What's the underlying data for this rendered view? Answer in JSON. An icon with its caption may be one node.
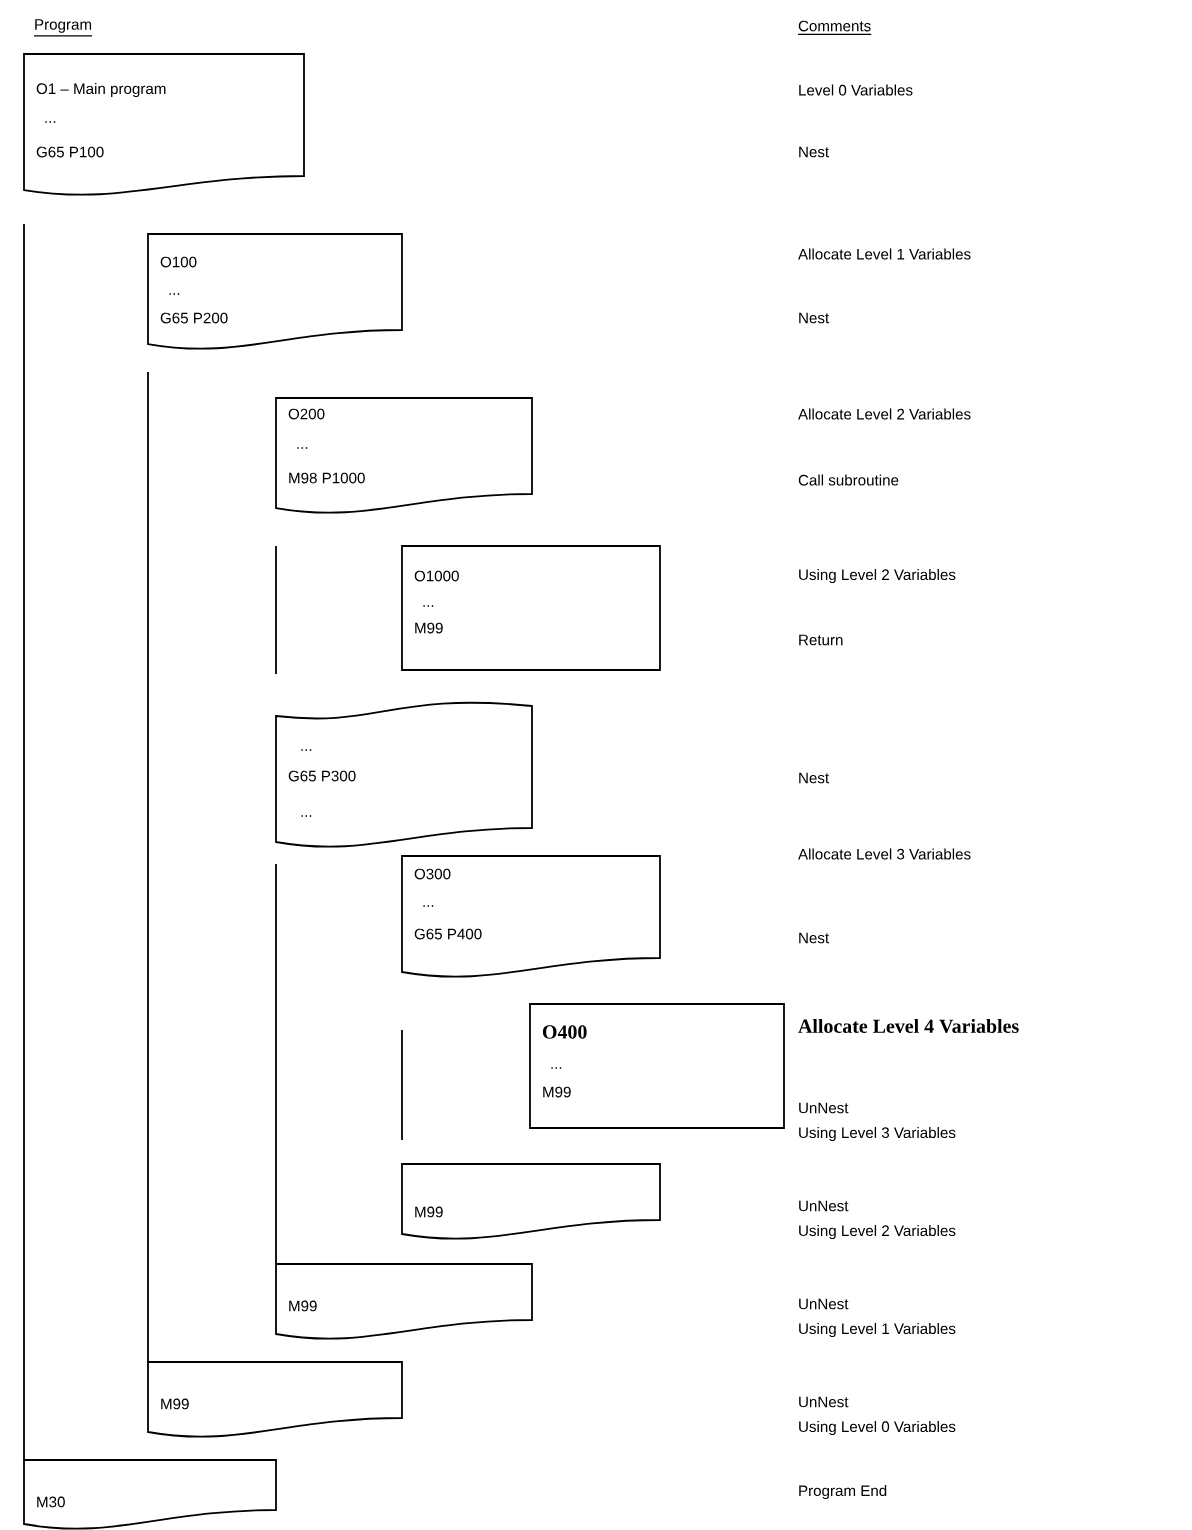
{
  "diagram": {
    "nodes": [
      {
        "text": [
          "O1 – Main program",
          "...",
          "G65 P100"
        ]
      },
      {
        "text": [
          "O100",
          "...",
          "G65 P200"
        ]
      },
      {
        "text": [
          "O200",
          "...",
          "M98 P1000"
        ]
      },
      {
        "text": [
          "O1000",
          "...",
          "M99"
        ]
      },
      {
        "text": [
          "...",
          "G65 P300",
          "..."
        ]
      },
      {
        "text": [
          "O300",
          "...",
          "G65 P400"
        ]
      },
      {
        "text": [
          "O400",
          "...",
          "M99"
        ]
      },
      {
        "text": [
          "M99"
        ]
      },
      {
        "text": [
          "M99"
        ]
      },
      {
        "text": [
          "M99"
        ]
      },
      {
        "text": [
          "M30"
        ]
      }
    ],
    "labels": [
      "Program",
      "Comments",
      "Level 0 Variables",
      "Nest",
      "Allocate Level 1 Variables",
      "Nest",
      "Allocate Level 2 Variables",
      "Call subroutine",
      "Using Level 2 Variables",
      "Return",
      "Nest",
      "Allocate Level 3 Variables",
      "Nest",
      "Allocate Level 4 Variables",
      "UnNest",
      "Using Level 3 Variables",
      "UnNest",
      "Using Level 2 Variables",
      "UnNest",
      "Using Level 1 Variables",
      "UnNest",
      "Using Level 0 Variables",
      "Program End"
    ]
  }
}
